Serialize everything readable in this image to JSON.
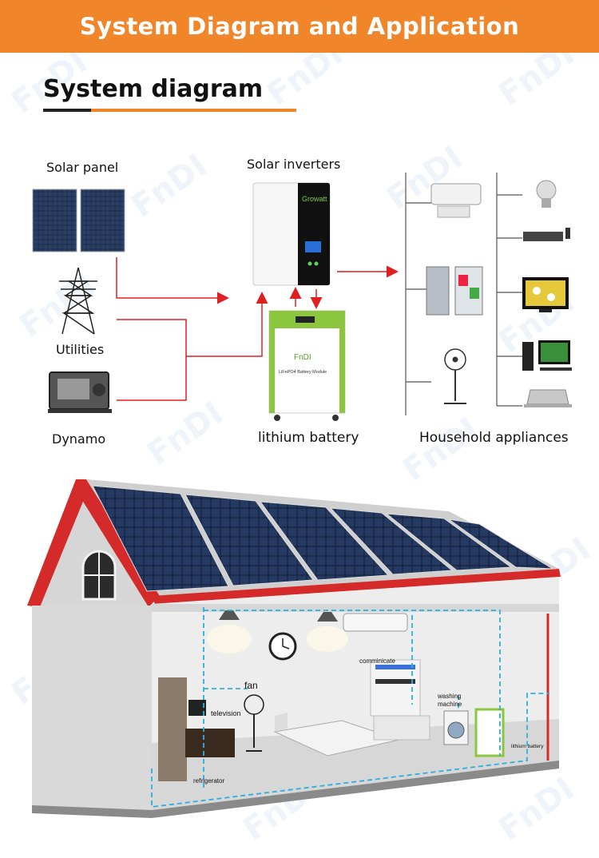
{
  "banner": {
    "title": "System Diagram and Application"
  },
  "section": {
    "title": "System diagram"
  },
  "diagram": {
    "solar_panel": "Solar panel",
    "utilities": "Utilities",
    "dynamo": "Dynamo",
    "solar_inverters": "Solar inverters",
    "inverter_brand": "Growatt",
    "battery_brand": "FnDI",
    "battery_module": "LiFePO4 Battery Module",
    "lithium_battery": "lithium battery",
    "household_appliances": "Household appliances"
  },
  "house": {
    "communicate": "comminicate",
    "fan": "fan",
    "television": "television",
    "refrigerator": "refrigerator",
    "washing_machine_line1": "washing",
    "washing_machine_line2": "machine",
    "lithium_battery": "lithium battery"
  },
  "watermark": "FnDI",
  "colors": {
    "accent": "#f0852a",
    "arrow": "#e02020",
    "roof": "#d42a2a",
    "wiring": "#2ab0e0"
  }
}
